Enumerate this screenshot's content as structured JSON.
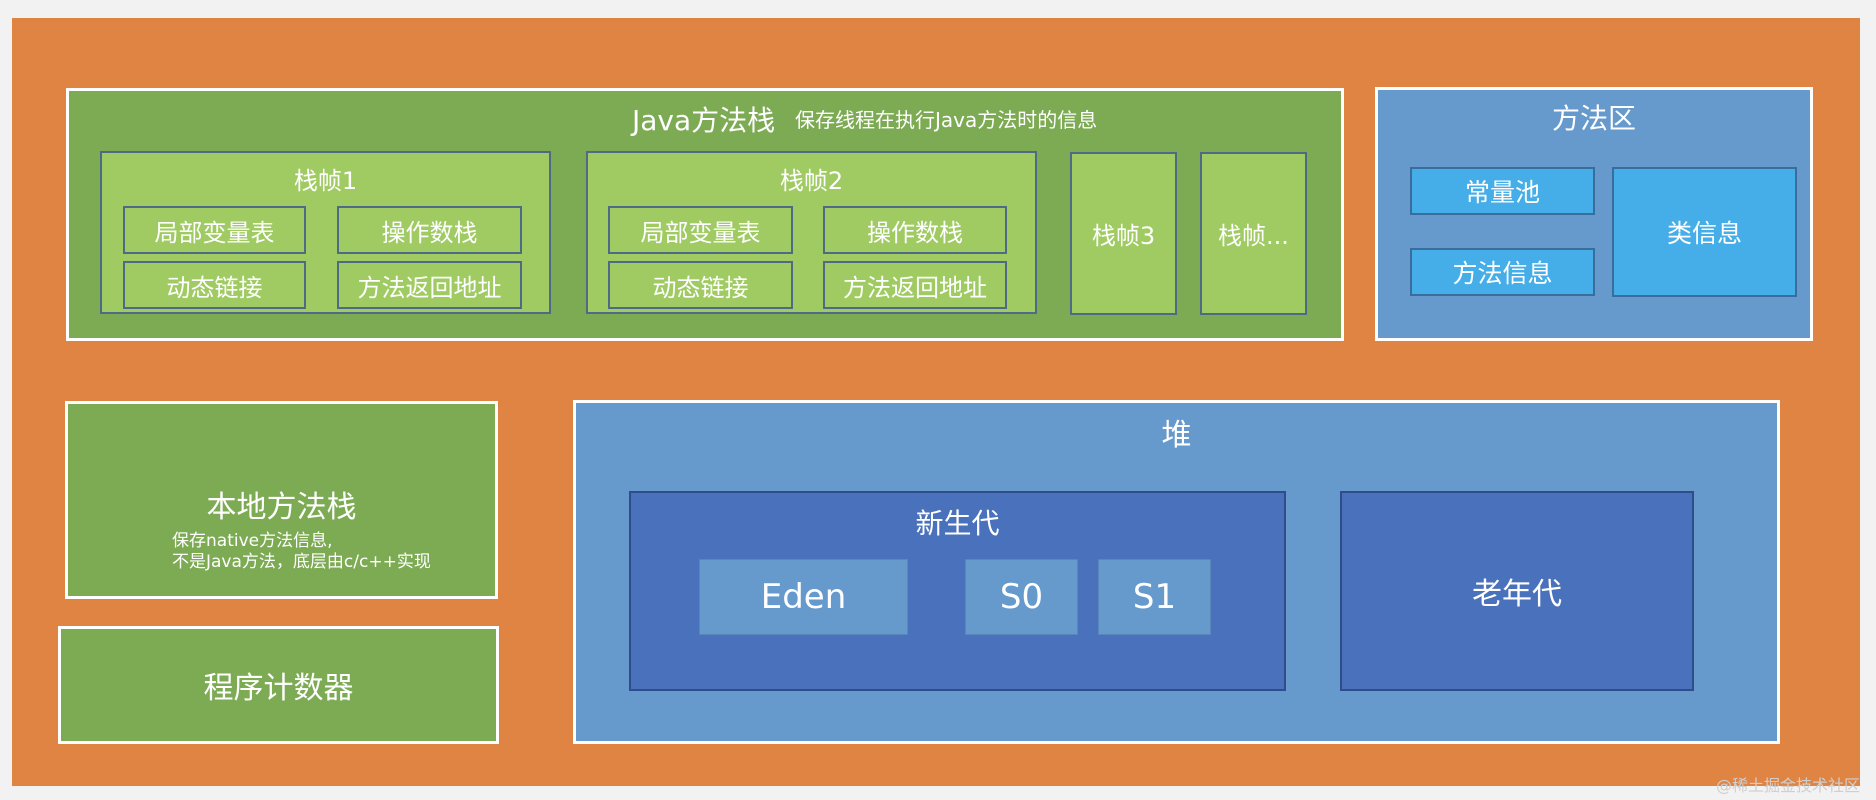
{
  "java_stack": {
    "title": "Java方法栈",
    "subtitle": "保存线程在执行Java方法时的信息",
    "frame1": {
      "label": "栈帧1",
      "local_vars": "局部变量表",
      "operand_stack": "操作数栈",
      "dynamic_link": "动态链接",
      "return_address": "方法返回地址"
    },
    "frame2": {
      "label": "栈帧2",
      "local_vars": "局部变量表",
      "operand_stack": "操作数栈",
      "dynamic_link": "动态链接",
      "return_address": "方法返回地址"
    },
    "frame3": "栈帧3",
    "frame_more": "栈帧..."
  },
  "method_area": {
    "title": "方法区",
    "constant_pool": "常量池",
    "method_info": "方法信息",
    "class_info": "类信息"
  },
  "native_stack": {
    "title": "本地方法栈",
    "desc_line1": "保存native方法信息,",
    "desc_line2": "不是Java方法，底层由c/c++实现"
  },
  "pc_register": "程序计数器",
  "heap": {
    "title": "堆",
    "young_gen": {
      "title": "新生代",
      "eden": "Eden",
      "s0": "S0",
      "s1": "S1"
    },
    "old_gen": "老年代"
  },
  "watermark": "@稀土掘金技术社区",
  "colors": {
    "outer": "#e08444",
    "green_dark": "#7dab54",
    "green_light": "#9fcb62",
    "blue_region": "#6699cc",
    "blue_cell": "#45aee8",
    "blue_dark": "#4a71bb"
  }
}
